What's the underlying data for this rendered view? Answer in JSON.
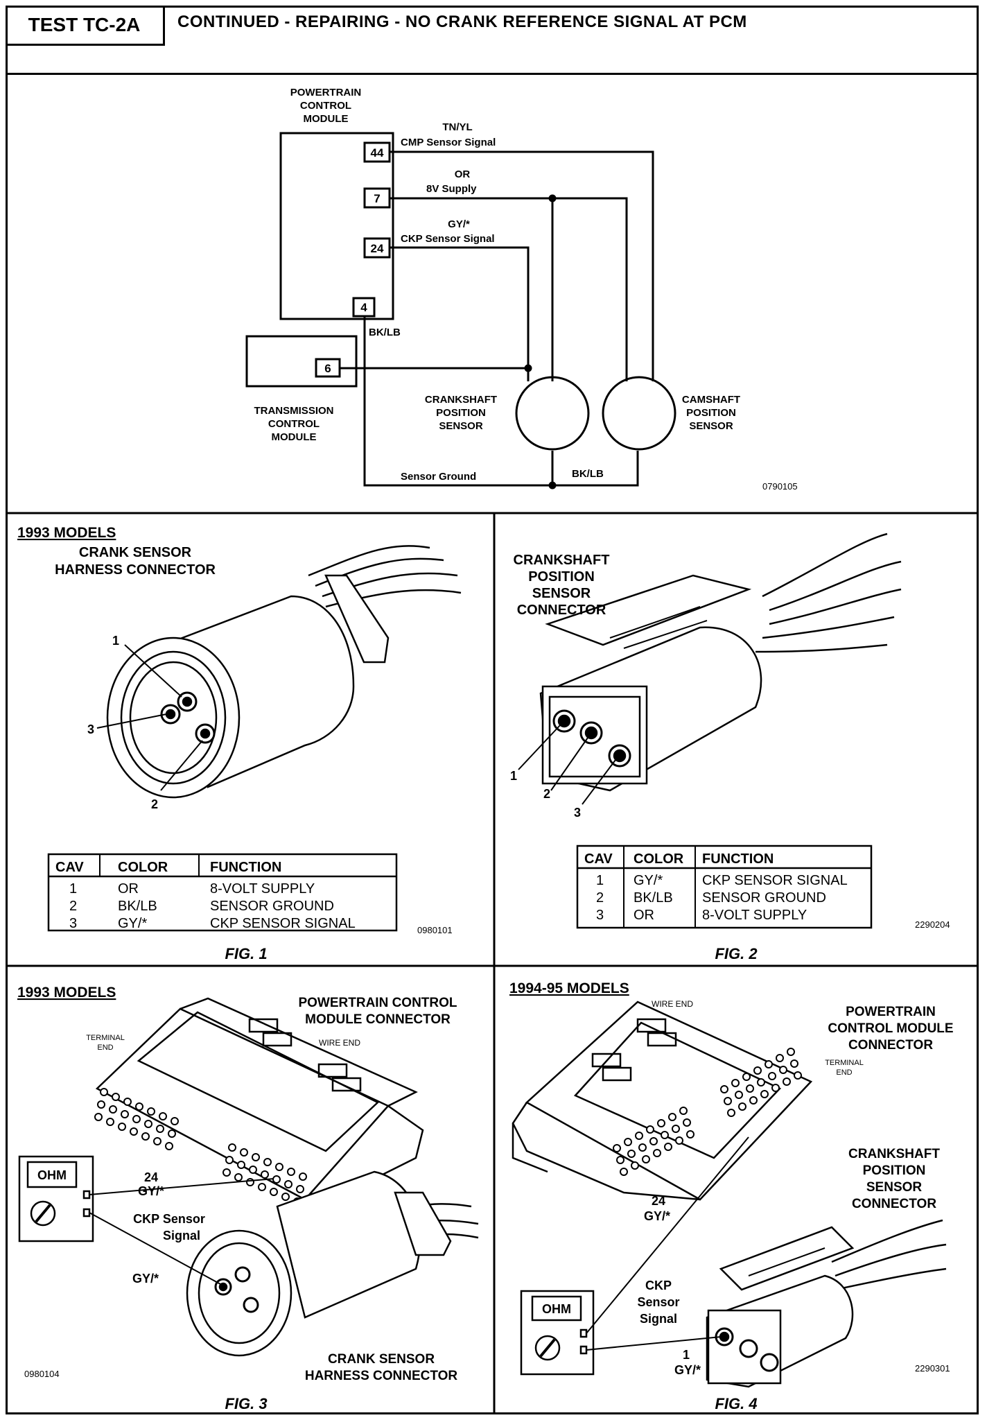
{
  "header": {
    "test_id": "TEST TC-2A",
    "title": "CONTINUED - REPAIRING - NO CRANK REFERENCE SIGNAL AT PCM"
  },
  "schematic": {
    "pcm_label": [
      "POWERTRAIN",
      "CONTROL",
      "MODULE"
    ],
    "tcm_label": [
      "TRANSMISSION",
      "CONTROL",
      "MODULE"
    ],
    "pins": {
      "p44": "44",
      "p7": "7",
      "p24": "24",
      "p4": "4",
      "p6": "6"
    },
    "wires": {
      "cmp_color": "TN/YL",
      "cmp_name": "CMP Sensor Signal",
      "v8_color": "OR",
      "v8_name": "8V Supply",
      "ckp_color": "GY/*",
      "ckp_name": "CKP Sensor Signal",
      "gnd_color": "BK/LB",
      "gnd_name": "Sensor Ground",
      "gnd_color2": "BK/LB"
    },
    "crank_label": [
      "CRANKSHAFT",
      "POSITION",
      "SENSOR"
    ],
    "cam_label": [
      "CAMSHAFT",
      "POSITION",
      "SENSOR"
    ],
    "code": "0790105"
  },
  "fig1": {
    "models": "1993 MODELS",
    "title": [
      "CRANK SENSOR",
      "HARNESS CONNECTOR"
    ],
    "callouts": [
      "1",
      "2",
      "3"
    ],
    "table": {
      "headers": [
        "CAV",
        "COLOR",
        "FUNCTION"
      ],
      "rows": [
        [
          "1",
          "OR",
          "8-VOLT SUPPLY"
        ],
        [
          "2",
          "BK/LB",
          "SENSOR GROUND"
        ],
        [
          "3",
          "GY/*",
          "CKP SENSOR SIGNAL"
        ]
      ]
    },
    "code": "0980101",
    "caption": "FIG. 1"
  },
  "fig2": {
    "title": [
      "CRANKSHAFT",
      "POSITION",
      "SENSOR",
      "CONNECTOR"
    ],
    "callouts": [
      "1",
      "2",
      "3"
    ],
    "table": {
      "headers": [
        "CAV",
        "COLOR",
        "FUNCTION"
      ],
      "rows": [
        [
          "1",
          "GY/*",
          "CKP SENSOR SIGNAL"
        ],
        [
          "2",
          "BK/LB",
          "SENSOR GROUND"
        ],
        [
          "3",
          "OR",
          "8-VOLT SUPPLY"
        ]
      ]
    },
    "code": "2290204",
    "caption": "FIG. 2"
  },
  "fig3": {
    "models": "1993 MODELS",
    "pcm_title": [
      "POWERTRAIN CONTROL",
      "MODULE CONNECTOR"
    ],
    "terminal_end": [
      "TERMINAL",
      "END"
    ],
    "wire_end": "WIRE END",
    "meter": "OHM",
    "pin": "24",
    "pin_color": "GY/*",
    "signal": [
      "CKP Sensor",
      "Signal"
    ],
    "gy": "GY/*",
    "crank_title": [
      "CRANK SENSOR",
      "HARNESS CONNECTOR"
    ],
    "code": "0980104",
    "caption": "FIG. 3"
  },
  "fig4": {
    "models": "1994-95 MODELS",
    "wire_end": "WIRE END",
    "pcm_title": [
      "POWERTRAIN",
      "CONTROL MODULE",
      "CONNECTOR"
    ],
    "terminal_end": [
      "TERMINAL",
      "END"
    ],
    "pin": "24",
    "pin_color": "GY/*",
    "ckp_title": [
      "CRANKSHAFT",
      "POSITION",
      "SENSOR",
      "CONNECTOR"
    ],
    "meter": "OHM",
    "signal": [
      "CKP",
      "Sensor",
      "Signal"
    ],
    "cav": "1",
    "cav_color": "GY/*",
    "code": "2290301",
    "caption": "FIG. 4"
  }
}
